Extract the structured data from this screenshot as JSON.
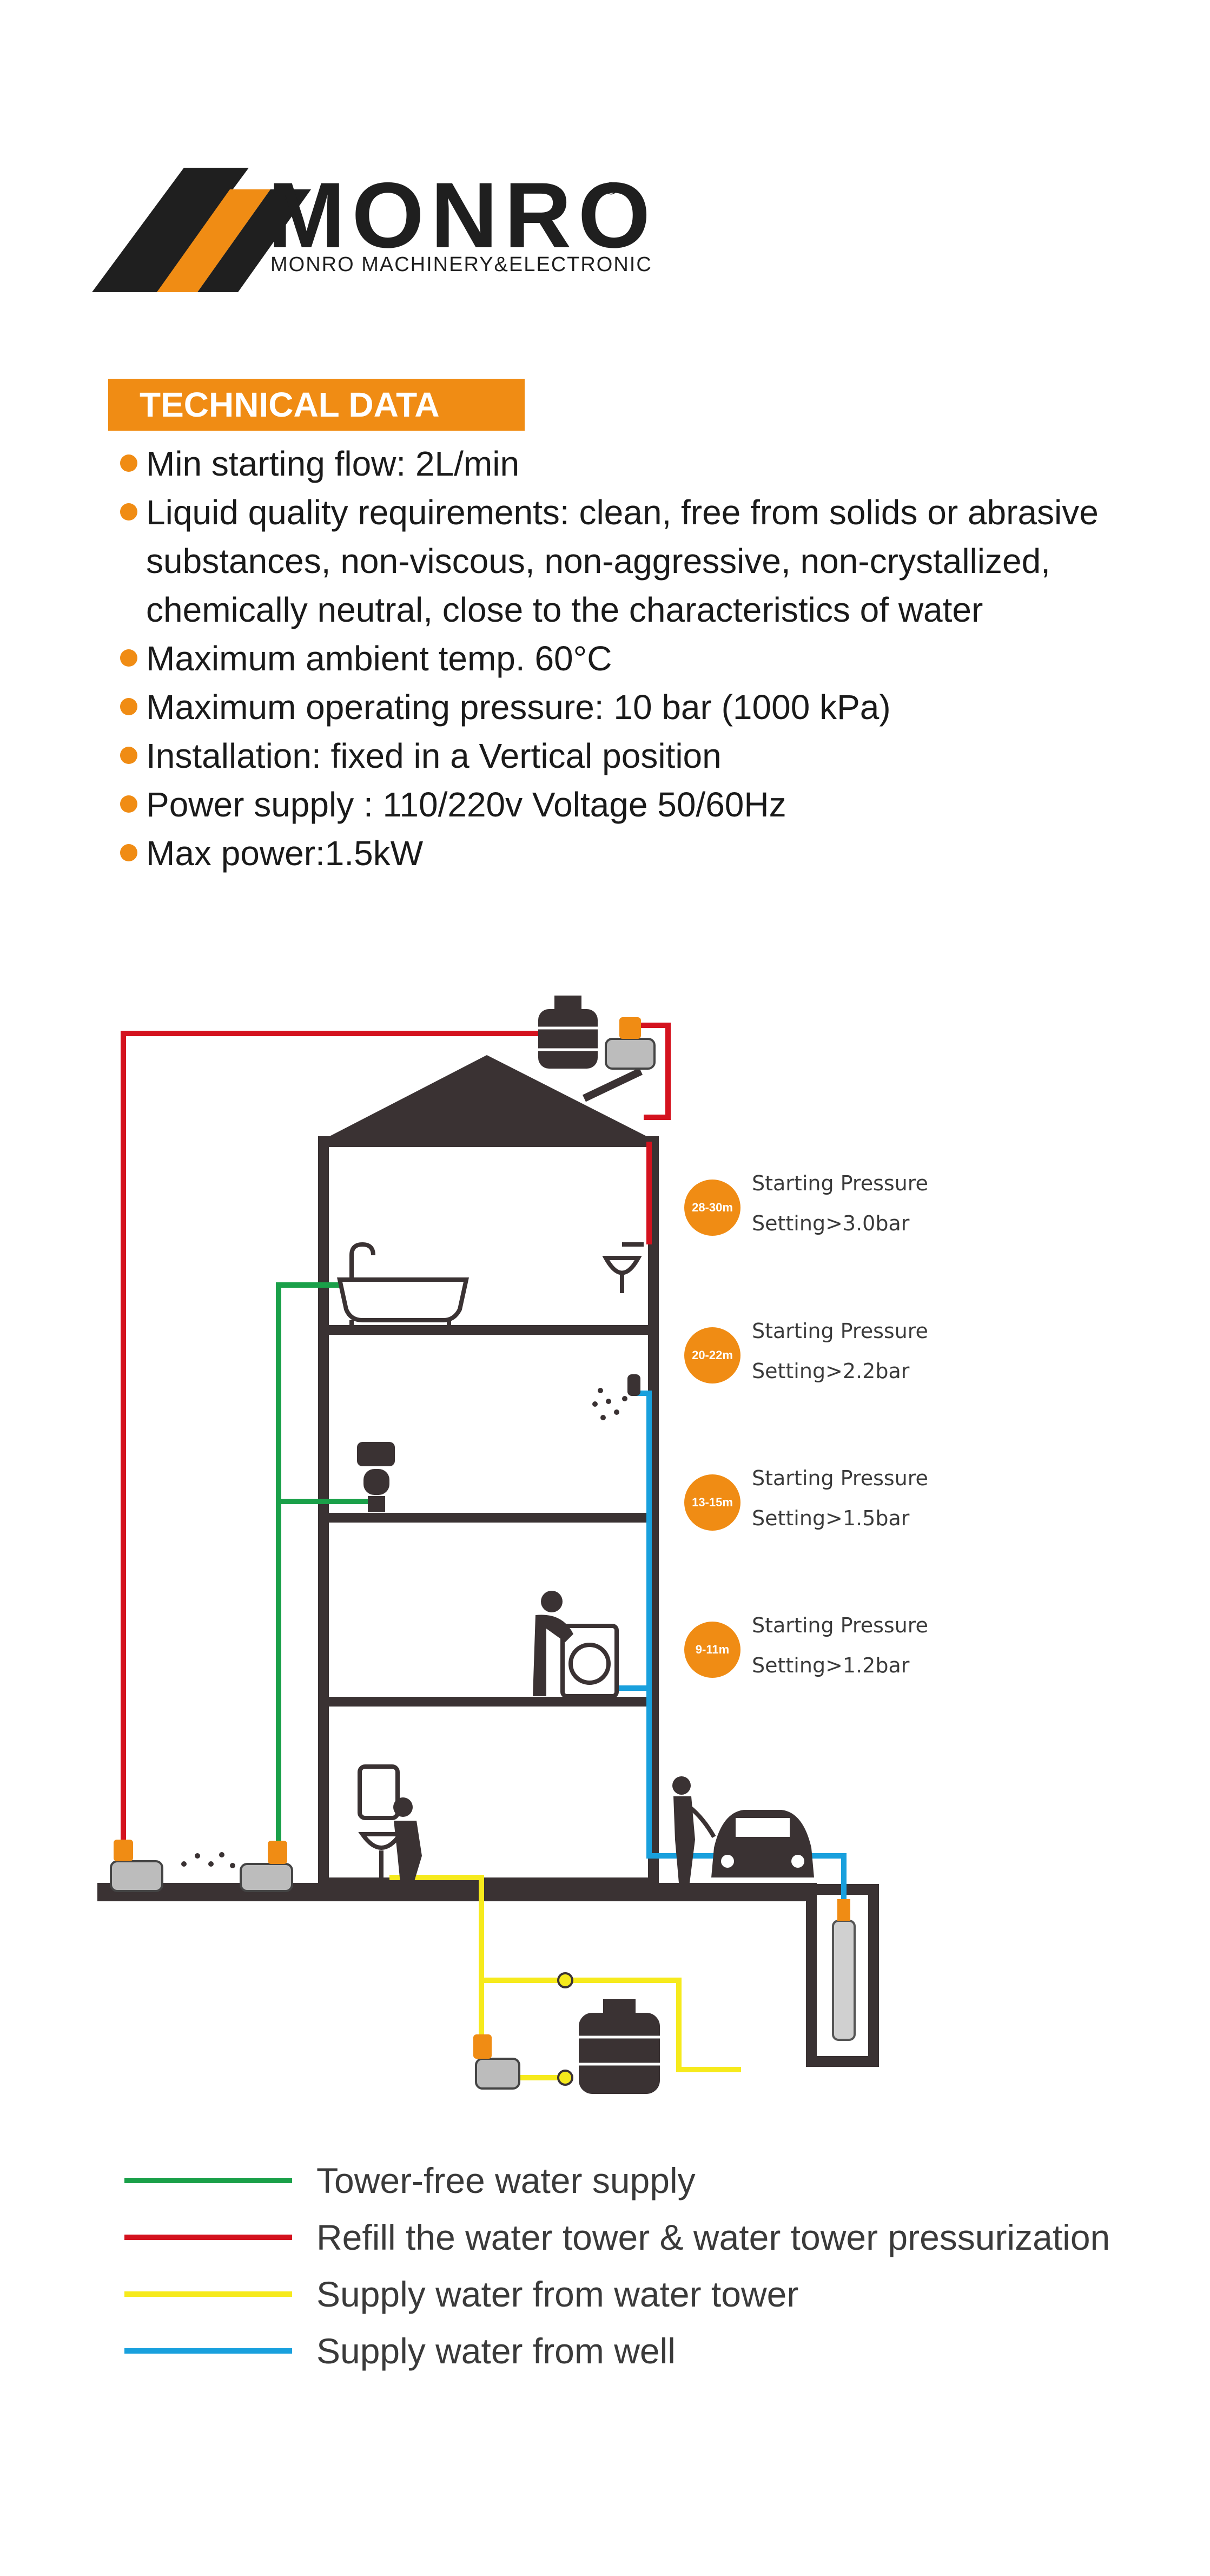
{
  "brand": {
    "name": "MONRO",
    "subtitle": "MONRO MACHINERY&ELECTRONIC",
    "registered": "®"
  },
  "technical_data": {
    "heading": "TECHNICAL DATA",
    "items": [
      {
        "text": "Min starting flow: 2L/min"
      },
      {
        "text": "Liquid quality requirements: clean, free from solids or abrasive substances, non-viscous, non-aggressive, non-crystallized, chemically neutral, close to the characteristics of water"
      },
      {
        "text": "Maximum ambient temp.  60°C"
      },
      {
        "text": "Maximum operating pressure: 10 bar (1000 kPa)"
      },
      {
        "text": "Installation: fixed in a Vertical position"
      },
      {
        "text": "Power supply : 110/220v Voltage 50/60Hz"
      },
      {
        "text": "Max power:1.5kW"
      }
    ]
  },
  "pressure_settings": [
    {
      "height": "28-30m",
      "line1": "Starting Pressure",
      "line2": "Setting>3.0bar"
    },
    {
      "height": "20-22m",
      "line1": "Starting Pressure",
      "line2": "Setting>2.2bar"
    },
    {
      "height": "13-15m",
      "line1": "Starting Pressure",
      "line2": "Setting>1.5bar"
    },
    {
      "height": "9-11m",
      "line1": "Starting Pressure",
      "line2": "Setting>1.2bar"
    }
  ],
  "legend": [
    {
      "label": "Tower-free water supply",
      "color": "#1aa049"
    },
    {
      "label": "Refill the water tower & water tower pressurization",
      "color": "#d4121e"
    },
    {
      "label": "Supply water from water tower",
      "color": "#f6ea1c"
    },
    {
      "label": "Supply water from well",
      "color": "#19a0dd"
    }
  ],
  "colors": {
    "accent": "#f08c14",
    "building": "#3a3233"
  }
}
